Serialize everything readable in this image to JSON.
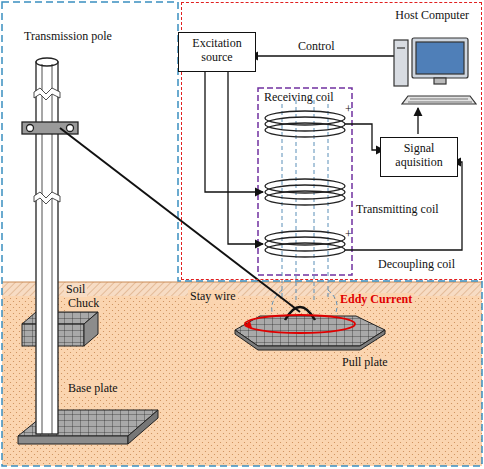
{
  "diagram": {
    "nodes": [
      {
        "text": [
          "Host Computer"
        ]
      },
      {
        "text": [
          "Excitation source"
        ],
        "in": 0
      },
      {
        "text": [
          "Signal aquisition"
        ],
        "in": 0
      }
    ],
    "labels": [
      "Transmission pole",
      "Control",
      "Receiving coil",
      "Transmitting coil",
      "Decoupling coil",
      "+",
      "+",
      "Soil",
      "Stay wire",
      "Chuck",
      "Eddy Current",
      "Base plate",
      "Pull plate"
    ]
  }
}
